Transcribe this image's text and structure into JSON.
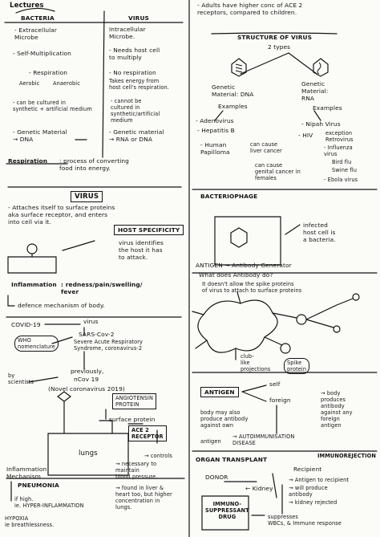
{
  "left": {
    "heading": "Lectures",
    "col_bacteria": "BACTERIA",
    "col_virus": "VIRUS",
    "b_extracellular": "- Extracellular\nMicrobe",
    "v_intracellular": "Intracellular\nMicrobe.",
    "b_selfmult": "- Self-Multiplication",
    "v_needs_host": "- Needs host cell\nto multiply",
    "b_respiration": "- Respiration",
    "b_aerobic": "Aerobic",
    "b_anaerobic": "Anaerobic",
    "v_no_resp": "- No respiration",
    "v_energy": "Takes energy from\nhost cell's respiration.",
    "b_cultured": "- can be cultured in\nsynthetic + artificial medium",
    "v_cannot_cultured": "- cannot be\ncultured in\nsynthetic/artificial\nmedium",
    "b_genetic": "- Genetic Material\n→ DNA",
    "v_genetic": "- Genetic material\n→ RNA or DNA",
    "respiration_def_label": "Respiration",
    "respiration_def": ": process of converting\nfood into energy.",
    "virus_box": "VIRUS",
    "virus_attach": "- Attaches itself to surface proteins\naka surface receptor, and enters\ninto cell via it.",
    "host_specificity": "HOST SPECIFICITY",
    "host_spec_text": "virus identifies\nthe host it has\nto attack.",
    "inflammation_label": "Inflammation",
    "inflammation_signs": ": redness/pain/swelling/\nfever",
    "inflammation_defence": "defence mechanism of body.",
    "covid": "COVID-19",
    "covid_virus": "virus",
    "sars": "SARS-Cov-2",
    "severe": "Severe Acute Respiratory\nSyndrome, coronavirus-2",
    "who": "WHO\nnomenclature",
    "previously": "previously,",
    "ncov": "nCov 19",
    "novel": "(Novel coronavirus 2019)",
    "by_scientists": "by\nscientists",
    "angiotensin": "ANGIOTENSIN\nPROTEIN",
    "surface_protein": "surface protein",
    "ace2": "ACE 2\nRECEPTOR",
    "lungs": "lungs",
    "controls": "→ controls",
    "necessary": "→ necessary to\nmaintain\nblood pressure.",
    "found": "→ found in liver &\nheart too, but higher\nconcentration in\nlungs.",
    "inflammation_mech": "Inflammation\nMechanism",
    "pneumonia": "PNEUMONIA",
    "if_high": "if high.\nie. HYPER-INFLAMMATION",
    "hypoxia": "HYPOXIA\nie breathlessness."
  },
  "right": {
    "adults": "- Adults have higher conc of ACE 2\nreceptors, compared to children.",
    "structure_title": "STRUCTURE OF VIRUS",
    "two_types": "2 types",
    "genetic_dna": "Genetic\nMaterial: DNA",
    "genetic_rna": "Genetic\nMaterial:\nRNA",
    "examples": "Examples",
    "adenovirus": "- Adenovirus",
    "hepatitis": "- Hepatitis B",
    "human_papilloma": "- Human\nPapilloma",
    "can_cause_liver": "can cause\nliver cancer",
    "can_cause_genital": "can cause\ngenital cancer in\nfemales",
    "nipah": "- Nipah Virus",
    "hiv": "- HIV",
    "exception": "exception\nRetrovirus",
    "influenza": "- Influenza\nvirus",
    "bird_flu": "Bird flu",
    "swine_flu": "Swine flu",
    "ebola": "- Ebola virus",
    "bacteriophage": "BACTERIOPHAGE",
    "infected": "infected\nhost cell is\na bacteria.",
    "antigen_line": "ANTIGEN → Antibody Generator",
    "what_antibody": "What does Antibody do?",
    "antibody_does": "It doesn't allow the spike proteins\nof virus to attach to surface proteins",
    "club_like": "club-\nlike\nprojections",
    "spike_protein": "Spike\nprotein",
    "antigen_box": "ANTIGEN",
    "self": "self",
    "foreign": "foreign",
    "foreign_body": "→ body\nproduces\nantibody\nagainst any\nforeign\nantigen",
    "body_may": "body may also\nproduce antibody\nagainst own",
    "antigen_against": "antigen",
    "autoimmune": "→ AUTOIMMUNISATION\nDISEASE",
    "organ_transplant": "ORGAN TRANSPLANT",
    "immunorejection": "IMMUNOREJECTION",
    "donor": "DONOR",
    "recipient": "Recipient",
    "kidney": "← Kidney",
    "antigen_to_recipient": "→ Antigen to recipient",
    "will_produce": "→ will produce\nantibody",
    "kidney_rejected": "→ kidney rejected",
    "immuno_drug": "IMMUNO-\nSUPPRESSANT\nDRUG",
    "suppresses": "suppresses\nWBCs, & Immune response"
  }
}
